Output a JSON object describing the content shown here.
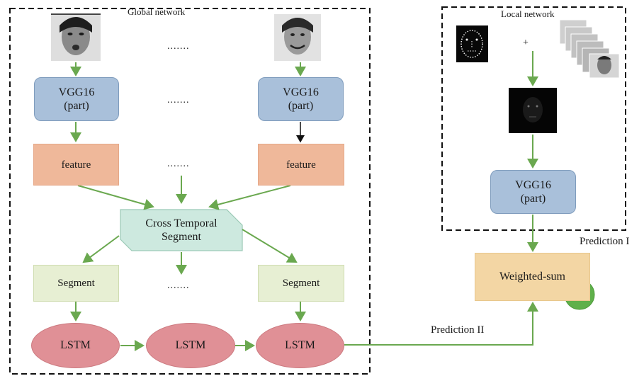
{
  "global_network": {
    "title": "Global network",
    "vgg_left": "VGG16\n(part)",
    "vgg_right": "VGG16\n(part)",
    "feature_left": "feature",
    "feature_right": "feature",
    "cross_temporal": "Cross Temporal\nSegment",
    "segment_left": "Segment",
    "segment_right": "Segment",
    "lstm_1": "LSTM",
    "lstm_2": "LSTM",
    "lstm_3": "LSTM",
    "ellipsis": "......."
  },
  "local_network": {
    "title": "Local network",
    "plus": "+",
    "vgg": "VGG16\n(part)"
  },
  "weighted_sum": "Weighted-sum",
  "prediction_1": "Prediction I",
  "prediction_2": "Prediction II",
  "colors": {
    "arrow": "#6aa84f",
    "vgg": "#a9c0da",
    "feature": "#efb89a",
    "segment": "#e7efd3",
    "cross_temporal": "#cde9df",
    "lstm": "#e09096",
    "weighted_sum": "#f3d6a4",
    "smiley": "#5fb04a"
  }
}
